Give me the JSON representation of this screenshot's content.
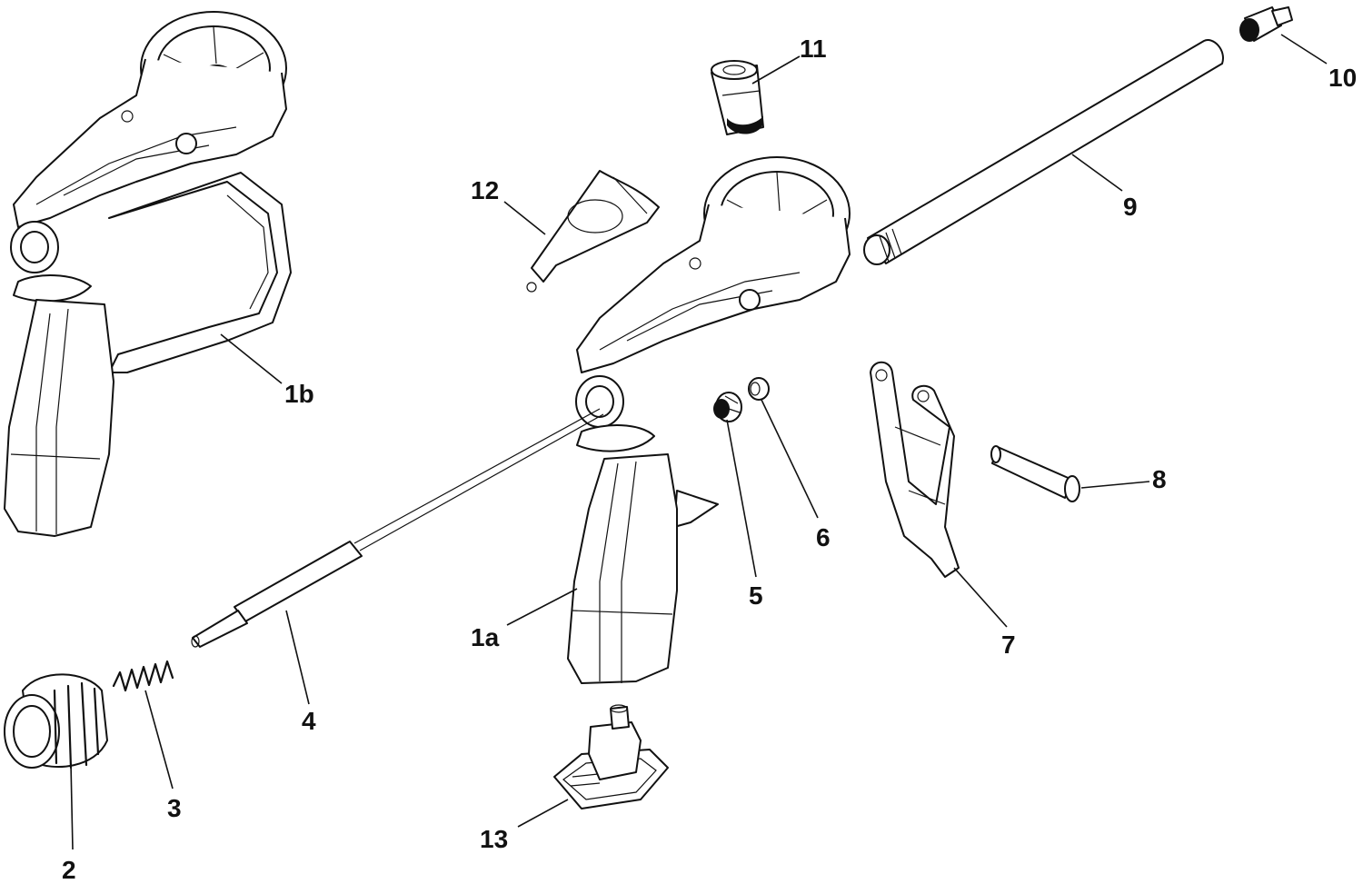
{
  "callouts": {
    "c1b": "1b",
    "c1a": "1a",
    "c2": "2",
    "c3": "3",
    "c4": "4",
    "c5": "5",
    "c6": "6",
    "c7": "7",
    "c8": "8",
    "c9": "9",
    "c10": "10",
    "c11": "11",
    "c12": "12",
    "c13": "13"
  },
  "style": {
    "line_color": "#111111",
    "background": "#ffffff"
  }
}
